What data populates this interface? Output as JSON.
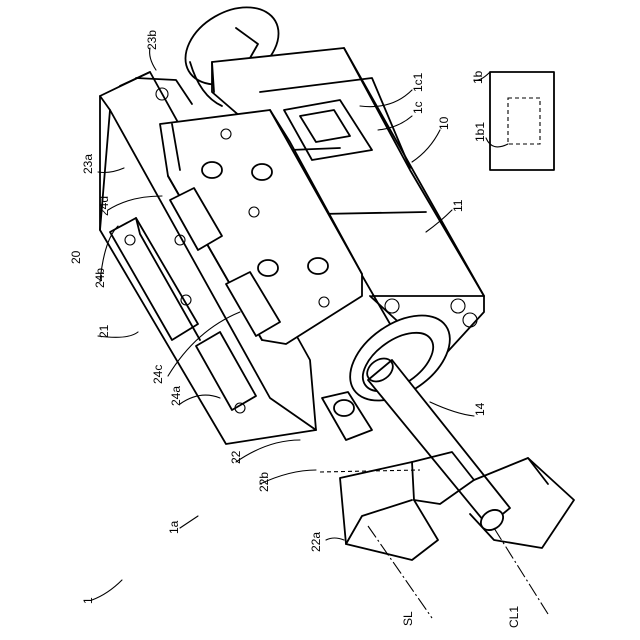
{
  "figure": {
    "labels": {
      "device": "1",
      "unit": "1a",
      "controller": "1b",
      "controller_storage": "1b1",
      "camera": "1c",
      "camera_lens": "1c1",
      "actuator": "10",
      "motor": "11",
      "shaft": "14",
      "slider": "20",
      "base_rail": "21",
      "table": "22",
      "table_end": "22a",
      "table_plate": "22b",
      "rail_a": "23a",
      "rail_b": "23b",
      "block_a": "24a",
      "block_b": "24b",
      "block_c": "24c",
      "block_d": "24d",
      "axis_sl": "SL",
      "axis_cl1": "CL1"
    }
  }
}
